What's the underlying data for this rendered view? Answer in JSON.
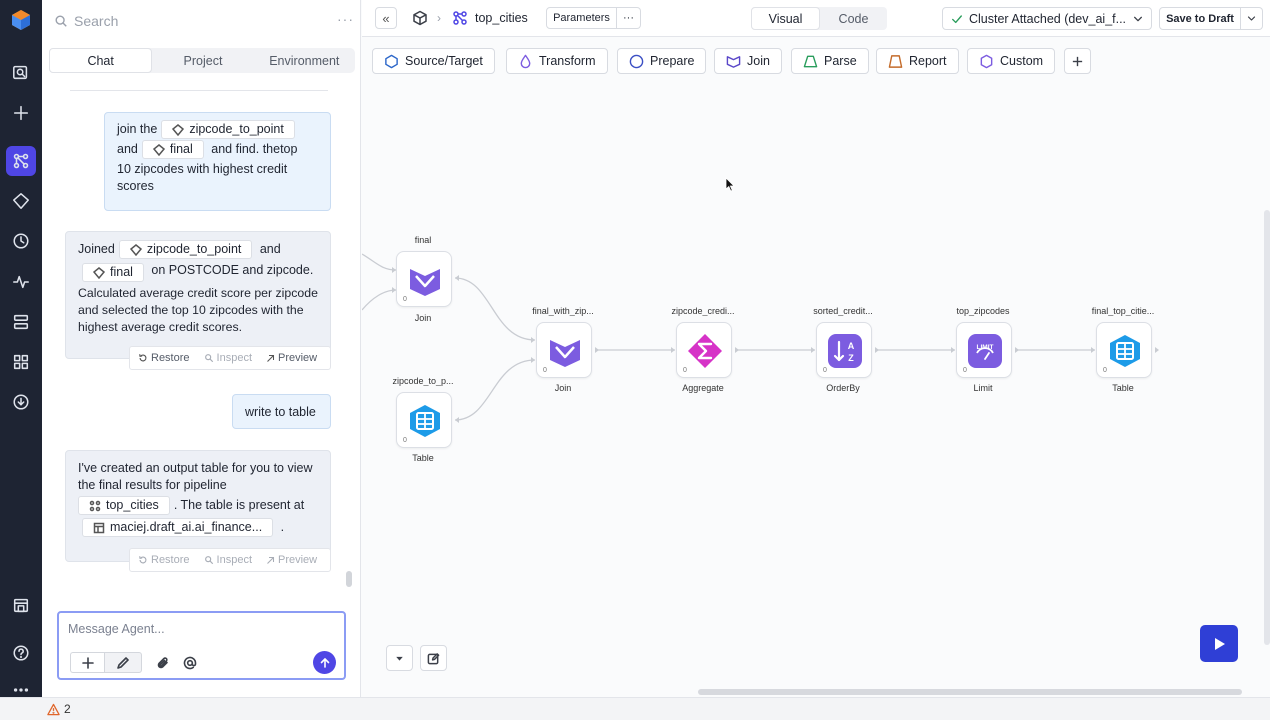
{
  "sidebar": {
    "search_placeholder": "Search",
    "more": "···"
  },
  "chat_tabs": [
    "Chat",
    "Project",
    "Environment"
  ],
  "messages": {
    "m1": {
      "t1": "join the",
      "chip1": "zipcode_to_point",
      "t2": "and",
      "chip2": "final",
      "t3": "and find. thetop",
      "t4": "10 zipcodes with highest credit scores"
    },
    "m2": {
      "t1": "Joined",
      "chip1": "zipcode_to_point",
      "t2": "and",
      "chip2": "final",
      "t3": "on POSTCODE and zipcode.",
      "t4": "Calculated average credit score per zipcode and selected the top 10 zipcodes with the highest average credit scores."
    },
    "m3": {
      "t1": "write to table"
    },
    "m4": {
      "t1": "I've created an output table for you to view the final results for pipeline",
      "chip1": "top_cities",
      "t2": ". The table is present at",
      "chip2": "maciej.draft_ai.ai_finance...",
      "t3": "."
    }
  },
  "actions": {
    "restore": "Restore",
    "inspect": "Inspect",
    "preview": "Preview"
  },
  "composer": {
    "placeholder": "Message Agent..."
  },
  "topbar": {
    "collapse": "«",
    "pipeline_name": "top_cities",
    "parameters": "Parameters",
    "more": "···",
    "visual": "Visual",
    "code": "Code",
    "cluster": "Cluster Attached (dev_ai_f...",
    "save": "Save to Draft"
  },
  "gem_buttons": {
    "source_target": "Source/Target",
    "transform": "Transform",
    "prepare": "Prepare",
    "join": "Join",
    "parse": "Parse",
    "report": "Report",
    "custom": "Custom"
  },
  "nodes": {
    "final_join": {
      "name": "final",
      "type": "Join",
      "index": "0"
    },
    "zipcode_table": {
      "name": "zipcode_to_p...",
      "type": "Table",
      "index": "0"
    },
    "final_with_zip": {
      "name": "final_with_zip...",
      "type": "Join",
      "index": "0"
    },
    "zipcode_credit": {
      "name": "zipcode_credi...",
      "type": "Aggregate",
      "index": "0"
    },
    "sorted_credit": {
      "name": "sorted_credit...",
      "type": "OrderBy",
      "index": "0"
    },
    "top_zipcodes": {
      "name": "top_zipcodes",
      "type": "Limit",
      "index": "0",
      "badge": "LIMIT"
    },
    "final_top_cities": {
      "name": "final_top_citie...",
      "type": "Table",
      "index": "0"
    }
  },
  "status": {
    "warnings": "2"
  },
  "colors": {
    "accent": "#4f46e5",
    "join": "#7c5ce0",
    "aggregate": "#d633c7",
    "table": "#1d9be8",
    "run": "#2f3fd6"
  }
}
